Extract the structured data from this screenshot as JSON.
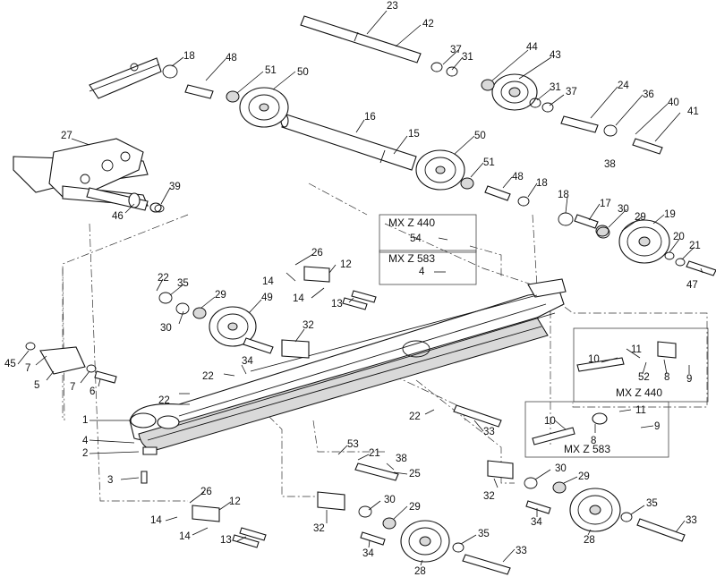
{
  "diagram": {
    "callouts": [
      {
        "id": "c23",
        "label": "23"
      },
      {
        "id": "c42",
        "label": "42"
      },
      {
        "id": "c37a",
        "label": "37"
      },
      {
        "id": "c31a",
        "label": "31"
      },
      {
        "id": "c44",
        "label": "44"
      },
      {
        "id": "c43",
        "label": "43"
      },
      {
        "id": "c18a",
        "label": "18"
      },
      {
        "id": "c48a",
        "label": "48"
      },
      {
        "id": "c51a",
        "label": "51"
      },
      {
        "id": "c50a",
        "label": "50"
      },
      {
        "id": "c31b",
        "label": "31"
      },
      {
        "id": "c37b",
        "label": "37"
      },
      {
        "id": "c24",
        "label": "24"
      },
      {
        "id": "c36",
        "label": "36"
      },
      {
        "id": "c40",
        "label": "40"
      },
      {
        "id": "c41",
        "label": "41"
      },
      {
        "id": "c16",
        "label": "16"
      },
      {
        "id": "c15",
        "label": "15"
      },
      {
        "id": "c50b",
        "label": "50"
      },
      {
        "id": "c38a",
        "label": "38"
      },
      {
        "id": "c27",
        "label": "27"
      },
      {
        "id": "c51b",
        "label": "51"
      },
      {
        "id": "c48b",
        "label": "48"
      },
      {
        "id": "c18b",
        "label": "18"
      },
      {
        "id": "c39",
        "label": "39"
      },
      {
        "id": "c46",
        "label": "46"
      },
      {
        "id": "c18c",
        "label": "18"
      },
      {
        "id": "c17",
        "label": "17"
      },
      {
        "id": "c30a",
        "label": "30"
      },
      {
        "id": "c29a",
        "label": "29"
      },
      {
        "id": "c19",
        "label": "19"
      },
      {
        "id": "c54",
        "label": "54"
      },
      {
        "id": "c20",
        "label": "20"
      },
      {
        "id": "c21a",
        "label": "21"
      },
      {
        "id": "c47",
        "label": "47"
      },
      {
        "id": "c26a",
        "label": "26"
      },
      {
        "id": "c12a",
        "label": "12"
      },
      {
        "id": "c4a",
        "label": "4"
      },
      {
        "id": "c22a",
        "label": "22"
      },
      {
        "id": "c35a",
        "label": "35"
      },
      {
        "id": "c14a",
        "label": "14"
      },
      {
        "id": "c14b",
        "label": "14"
      },
      {
        "id": "c13a",
        "label": "13"
      },
      {
        "id": "c29b",
        "label": "29"
      },
      {
        "id": "c49",
        "label": "49"
      },
      {
        "id": "c30b",
        "label": "30"
      },
      {
        "id": "c32a",
        "label": "32"
      },
      {
        "id": "c45",
        "label": "45"
      },
      {
        "id": "c7a",
        "label": "7"
      },
      {
        "id": "c5",
        "label": "5"
      },
      {
        "id": "c7b",
        "label": "7"
      },
      {
        "id": "c6",
        "label": "6"
      },
      {
        "id": "c34a",
        "label": "34"
      },
      {
        "id": "c22b",
        "label": "22"
      },
      {
        "id": "c22c",
        "label": "22"
      },
      {
        "id": "c11a",
        "label": "11"
      },
      {
        "id": "c10a",
        "label": "10"
      },
      {
        "id": "c52",
        "label": "52"
      },
      {
        "id": "c8a",
        "label": "8"
      },
      {
        "id": "c9a",
        "label": "9"
      },
      {
        "id": "c1",
        "label": "1"
      },
      {
        "id": "c22d",
        "label": "22"
      },
      {
        "id": "c33a",
        "label": "33"
      },
      {
        "id": "c4b",
        "label": "4"
      },
      {
        "id": "c2",
        "label": "2"
      },
      {
        "id": "c10b",
        "label": "10"
      },
      {
        "id": "c11b",
        "label": "11"
      },
      {
        "id": "c9b",
        "label": "9"
      },
      {
        "id": "c8b",
        "label": "8"
      },
      {
        "id": "c3",
        "label": "3"
      },
      {
        "id": "c53",
        "label": "53"
      },
      {
        "id": "c21b",
        "label": "21"
      },
      {
        "id": "c38b",
        "label": "38"
      },
      {
        "id": "c25",
        "label": "25"
      },
      {
        "id": "c30c",
        "label": "30"
      },
      {
        "id": "c29c",
        "label": "29"
      },
      {
        "id": "c32b",
        "label": "32"
      },
      {
        "id": "c26b",
        "label": "26"
      },
      {
        "id": "c12b",
        "label": "12"
      },
      {
        "id": "c14c",
        "label": "14"
      },
      {
        "id": "c14d",
        "label": "14"
      },
      {
        "id": "c13b",
        "label": "13"
      },
      {
        "id": "c30d",
        "label": "30"
      },
      {
        "id": "c29d",
        "label": "29"
      },
      {
        "id": "c32c",
        "label": "32"
      },
      {
        "id": "c34b",
        "label": "34"
      },
      {
        "id": "c35b",
        "label": "35"
      },
      {
        "id": "c33b",
        "label": "33"
      },
      {
        "id": "c28a",
        "label": "28"
      },
      {
        "id": "c34c",
        "label": "34"
      },
      {
        "id": "c28b",
        "label": "28"
      },
      {
        "id": "c35c",
        "label": "35"
      },
      {
        "id": "c33c",
        "label": "33"
      }
    ],
    "variant_boxes": [
      {
        "id": "box1",
        "title": "MX Z 440"
      },
      {
        "id": "box2",
        "title": "MX Z 583"
      },
      {
        "id": "box3",
        "title": "MX Z 440"
      },
      {
        "id": "box4",
        "title": "MX Z 583"
      }
    ]
  }
}
